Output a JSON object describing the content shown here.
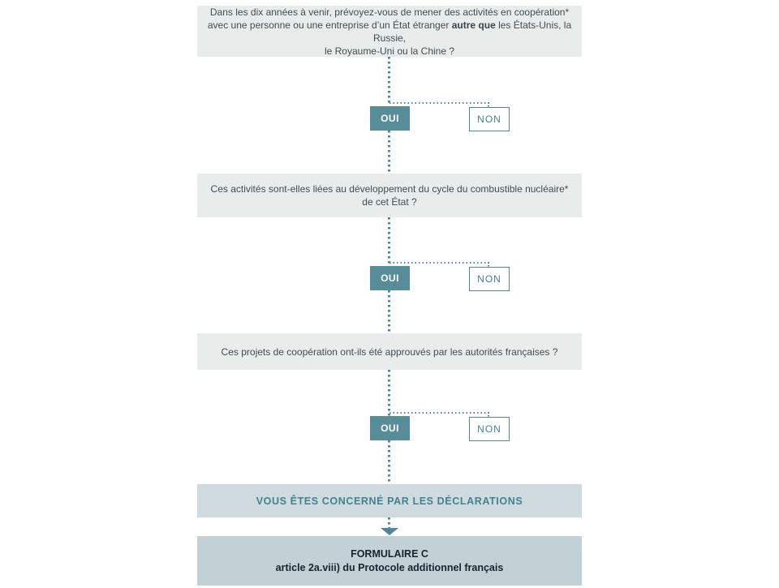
{
  "colors": {
    "teal_accent": "#4d8894",
    "oui_button_bg": "#568d98",
    "question_box_bg": "#e8edeb",
    "result_banner_bg": "#cfdbdf",
    "form_box_bg": "#c2d1d6",
    "question_text": "#414d52",
    "form_text": "#16242e"
  },
  "flow": {
    "q1": {
      "line1": "Dans les dix années à venir, prévoyez-vous de mener des activités en coopération*",
      "line2_pre": "avec une personne ou une entreprise d’un État étranger ",
      "line2_bold": "autre que",
      "line2_post": " les États-Unis, la Russie,",
      "line3": "le Royaume-Uni ou la Chine ?"
    },
    "q2": {
      "line1": "Ces activités sont-elles liées au développement du cycle du combustible nucléaire*",
      "line2": "de cet État ?"
    },
    "q3": {
      "line1": "Ces projets de coopération ont-ils été approuvés par les autorités françaises ?"
    },
    "buttons": {
      "oui": "OUI",
      "non": "NON"
    },
    "result": "VOUS ÊTES CONCERNÉ PAR LES DÉCLARATIONS",
    "form": {
      "title": "FORMULAIRE C",
      "subtitle": "article 2a.viii) du Protocole additionnel français"
    }
  }
}
